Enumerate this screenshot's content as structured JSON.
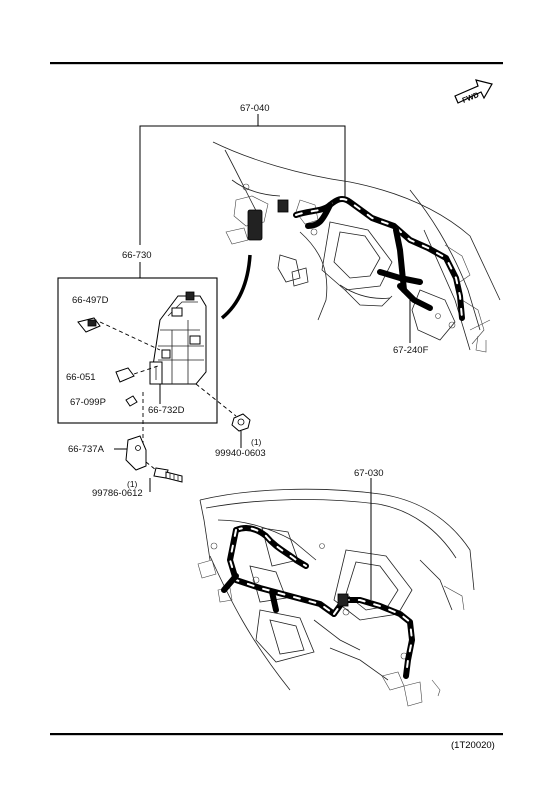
{
  "fwd_label": "FWD",
  "labels": {
    "p67_040": "67-040",
    "p66_730": "66-730",
    "p66_497d": "66-497D",
    "p66_051": "66-051",
    "p67_099p": "67-099P",
    "p66_732d": "66-732D",
    "p66_737a": "66-737A",
    "qty_1a": "(1)",
    "p99940_0603": "99940-0603",
    "qty_1b": "(1)",
    "p99786_0612": "99786-0612",
    "p67_240f": "67-240F",
    "p67_030": "67-030"
  },
  "figure_code": "(1T20020)"
}
